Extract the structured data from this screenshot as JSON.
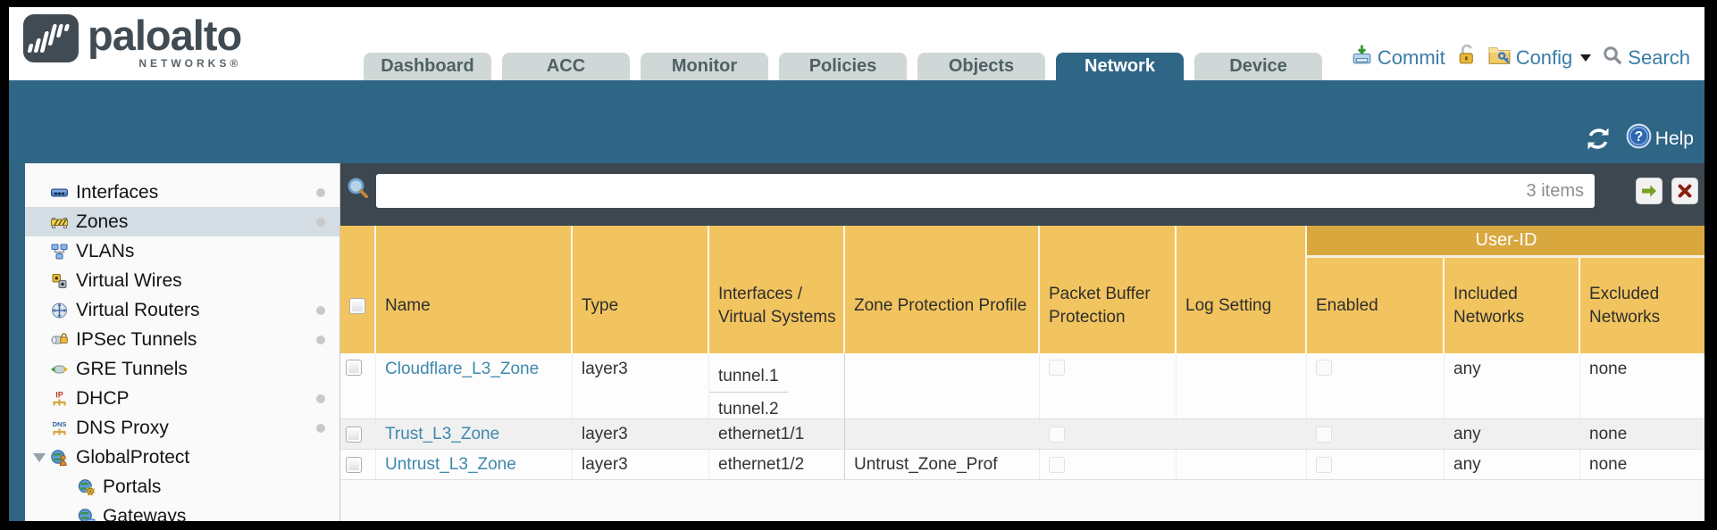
{
  "brand": {
    "logo_text": "paloalto",
    "logo_subtext": "NETWORKS®"
  },
  "tabs": [
    {
      "label": "Dashboard",
      "active": false
    },
    {
      "label": "ACC",
      "active": false
    },
    {
      "label": "Monitor",
      "active": false
    },
    {
      "label": "Policies",
      "active": false
    },
    {
      "label": "Objects",
      "active": false
    },
    {
      "label": "Network",
      "active": true
    },
    {
      "label": "Device",
      "active": false
    }
  ],
  "header_actions": {
    "commit_label": "Commit",
    "config_label": "Config",
    "search_label": "Search"
  },
  "band": {
    "help_label": "Help"
  },
  "sidebar": {
    "items": [
      {
        "label": "Interfaces",
        "icon": "interfaces-icon",
        "selected": false,
        "dot": true,
        "indent": 0,
        "expander": false
      },
      {
        "label": "Zones",
        "icon": "zones-icon",
        "selected": true,
        "dot": true,
        "indent": 0,
        "expander": false
      },
      {
        "label": "VLANs",
        "icon": "vlans-icon",
        "selected": false,
        "dot": false,
        "indent": 0,
        "expander": false
      },
      {
        "label": "Virtual Wires",
        "icon": "virtual-wires-icon",
        "selected": false,
        "dot": false,
        "indent": 0,
        "expander": false
      },
      {
        "label": "Virtual Routers",
        "icon": "virtual-routers-icon",
        "selected": false,
        "dot": true,
        "indent": 0,
        "expander": false
      },
      {
        "label": "IPSec Tunnels",
        "icon": "ipsec-tunnels-icon",
        "selected": false,
        "dot": true,
        "indent": 0,
        "expander": false
      },
      {
        "label": "GRE Tunnels",
        "icon": "gre-tunnels-icon",
        "selected": false,
        "dot": false,
        "indent": 0,
        "expander": false
      },
      {
        "label": "DHCP",
        "icon": "dhcp-icon",
        "selected": false,
        "dot": true,
        "indent": 0,
        "expander": false
      },
      {
        "label": "DNS Proxy",
        "icon": "dns-proxy-icon",
        "selected": false,
        "dot": true,
        "indent": 0,
        "expander": false
      },
      {
        "label": "GlobalProtect",
        "icon": "globalprotect-icon",
        "selected": false,
        "dot": false,
        "indent": 0,
        "expander": true
      },
      {
        "label": "Portals",
        "icon": "portals-icon",
        "selected": false,
        "dot": false,
        "indent": 1,
        "expander": false
      },
      {
        "label": "Gateways",
        "icon": "gateways-icon",
        "selected": false,
        "dot": false,
        "indent": 1,
        "expander": false
      }
    ]
  },
  "toolbar": {
    "search_value": "",
    "items_count": "3 items"
  },
  "table": {
    "group_header": "User-ID",
    "columns": [
      "Name",
      "Type",
      "Interfaces / Virtual Systems",
      "Zone Protection Profile",
      "Packet Buffer Protection",
      "Log Setting",
      "Enabled",
      "Included Networks",
      "Excluded Networks"
    ],
    "rows": [
      {
        "name": "Cloudflare_L3_Zone",
        "type": "layer3",
        "interfaces": [
          "tunnel.1",
          "tunnel.2"
        ],
        "zone_protection_profile": "",
        "packet_buffer_protection": false,
        "log_setting": "",
        "enabled": false,
        "included_networks": "any",
        "excluded_networks": "none"
      },
      {
        "name": "Trust_L3_Zone",
        "type": "layer3",
        "interfaces": [
          "ethernet1/1"
        ],
        "zone_protection_profile": "",
        "packet_buffer_protection": false,
        "log_setting": "",
        "enabled": false,
        "included_networks": "any",
        "excluded_networks": "none"
      },
      {
        "name": "Untrust_L3_Zone",
        "type": "layer3",
        "interfaces": [
          "ethernet1/2"
        ],
        "zone_protection_profile": "Untrust_Zone_Prof",
        "packet_buffer_protection": false,
        "log_setting": "",
        "enabled": false,
        "included_networks": "any",
        "excluded_networks": "none"
      }
    ]
  },
  "colors": {
    "accent_teal": "#2f6585",
    "header_gold": "#f2c45f",
    "group_gold": "#d8a73e",
    "link_blue": "#3f88ad",
    "toolbar_charcoal": "#3d474f"
  }
}
